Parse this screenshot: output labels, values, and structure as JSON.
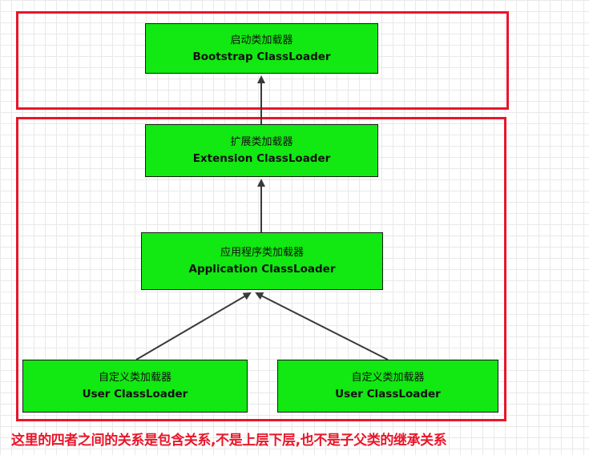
{
  "nodes": {
    "bootstrap": {
      "cn": "启动类加载器",
      "en": "Bootstrap ClassLoader"
    },
    "extension": {
      "cn": "扩展类加载器",
      "en": "Extension ClassLoader"
    },
    "application": {
      "cn": "应用程序类加载器",
      "en": "Application ClassLoader"
    },
    "user_left": {
      "cn": "自定义类加载器",
      "en": "User ClassLoader"
    },
    "user_right": {
      "cn": "自定义类加载器",
      "en": "User ClassLoader"
    }
  },
  "caption": "这里的四者之间的关系是包含关系,不是上层下层,也不是子父类的继承关系",
  "colors": {
    "node_fill": "#12e812",
    "frame": "#e8162a",
    "arrow": "#3a3a3a",
    "caption": "#e8162a"
  }
}
